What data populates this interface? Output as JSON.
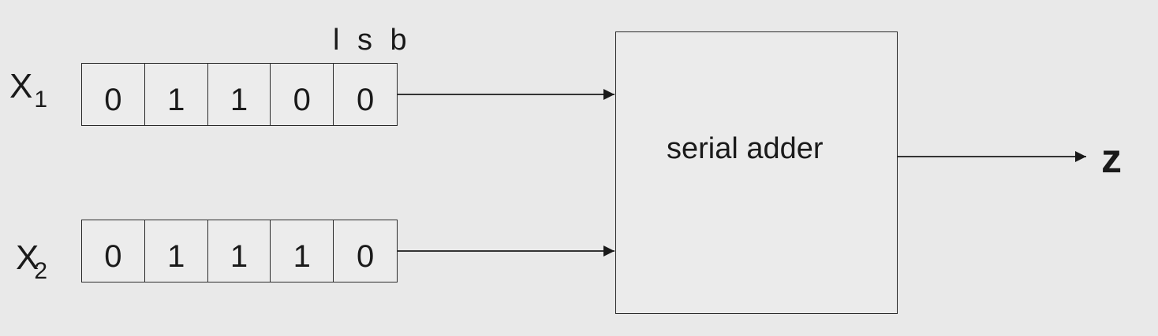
{
  "inputs": [
    {
      "name": "X",
      "subscript": "1",
      "bits": [
        "0",
        "1",
        "1",
        "0",
        "0"
      ]
    },
    {
      "name": "X",
      "subscript": "2",
      "bits": [
        "0",
        "1",
        "1",
        "1",
        "0"
      ]
    }
  ],
  "lsb_label": "l s b",
  "adder": {
    "label": "serial adder"
  },
  "output": {
    "label": "z"
  }
}
